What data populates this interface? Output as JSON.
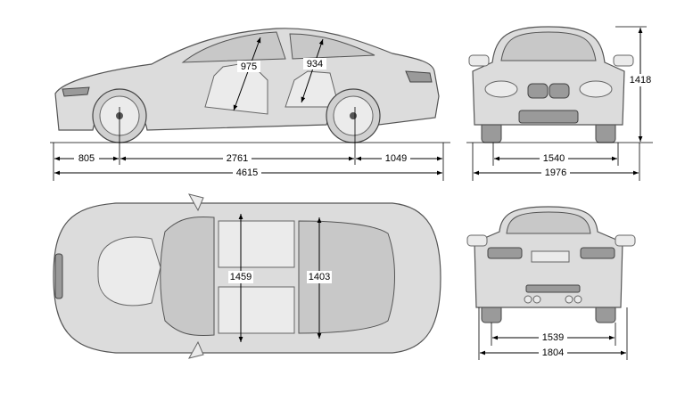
{
  "dimensions": {
    "front_overhang": "805",
    "wheelbase": "2761",
    "rear_overhang": "1049",
    "length": "4615",
    "front_headroom": "975",
    "rear_headroom": "934",
    "height": "1418",
    "front_track": "1540",
    "width_mirrors": "1976",
    "front_shoulder": "1459",
    "rear_shoulder": "1403",
    "rear_track": "1539",
    "width": "1804"
  }
}
